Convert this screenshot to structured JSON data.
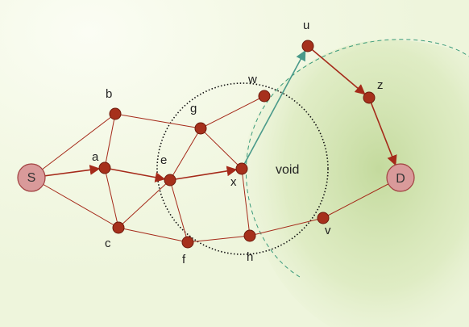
{
  "nodes": [
    {
      "id": "S",
      "label": "S",
      "kind": "endpoint"
    },
    {
      "id": "a",
      "label": "a"
    },
    {
      "id": "b",
      "label": "b"
    },
    {
      "id": "c",
      "label": "c"
    },
    {
      "id": "e",
      "label": "e"
    },
    {
      "id": "f",
      "label": "f"
    },
    {
      "id": "g",
      "label": "g"
    },
    {
      "id": "w",
      "label": "w"
    },
    {
      "id": "x",
      "label": "x"
    },
    {
      "id": "h",
      "label": "h"
    },
    {
      "id": "u",
      "label": "u"
    },
    {
      "id": "z",
      "label": "z"
    },
    {
      "id": "v",
      "label": "v"
    },
    {
      "id": "D",
      "label": "D",
      "kind": "endpoint"
    }
  ],
  "edges": [
    {
      "from": "S",
      "to": "b"
    },
    {
      "from": "S",
      "to": "a",
      "directed": true
    },
    {
      "from": "S",
      "to": "c"
    },
    {
      "from": "b",
      "to": "a"
    },
    {
      "from": "b",
      "to": "g"
    },
    {
      "from": "a",
      "to": "c"
    },
    {
      "from": "a",
      "to": "e",
      "directed": true
    },
    {
      "from": "c",
      "to": "e"
    },
    {
      "from": "c",
      "to": "f"
    },
    {
      "from": "e",
      "to": "g"
    },
    {
      "from": "e",
      "to": "f"
    },
    {
      "from": "e",
      "to": "x",
      "directed": true
    },
    {
      "from": "g",
      "to": "w"
    },
    {
      "from": "g",
      "to": "x"
    },
    {
      "from": "x",
      "to": "h"
    },
    {
      "from": "f",
      "to": "h"
    },
    {
      "from": "h",
      "to": "v"
    },
    {
      "from": "v",
      "to": "D"
    },
    {
      "from": "x",
      "to": "u",
      "directed": true,
      "highlight": true
    },
    {
      "from": "u",
      "to": "z",
      "directed": true
    },
    {
      "from": "z",
      "to": "D",
      "directed": true
    }
  ],
  "void_label": "void",
  "colors": {
    "edge": "#a52a1a",
    "node_fill": "#a6301c",
    "node_stroke": "#6e1a0c",
    "endpoint_fill": "#d99a9a",
    "endpoint_stroke": "#a04040",
    "highlight_edge": "#4a9a8a",
    "void_circle": "#111111",
    "arc": "#3a9a7a",
    "shade": "#c8dca0"
  }
}
